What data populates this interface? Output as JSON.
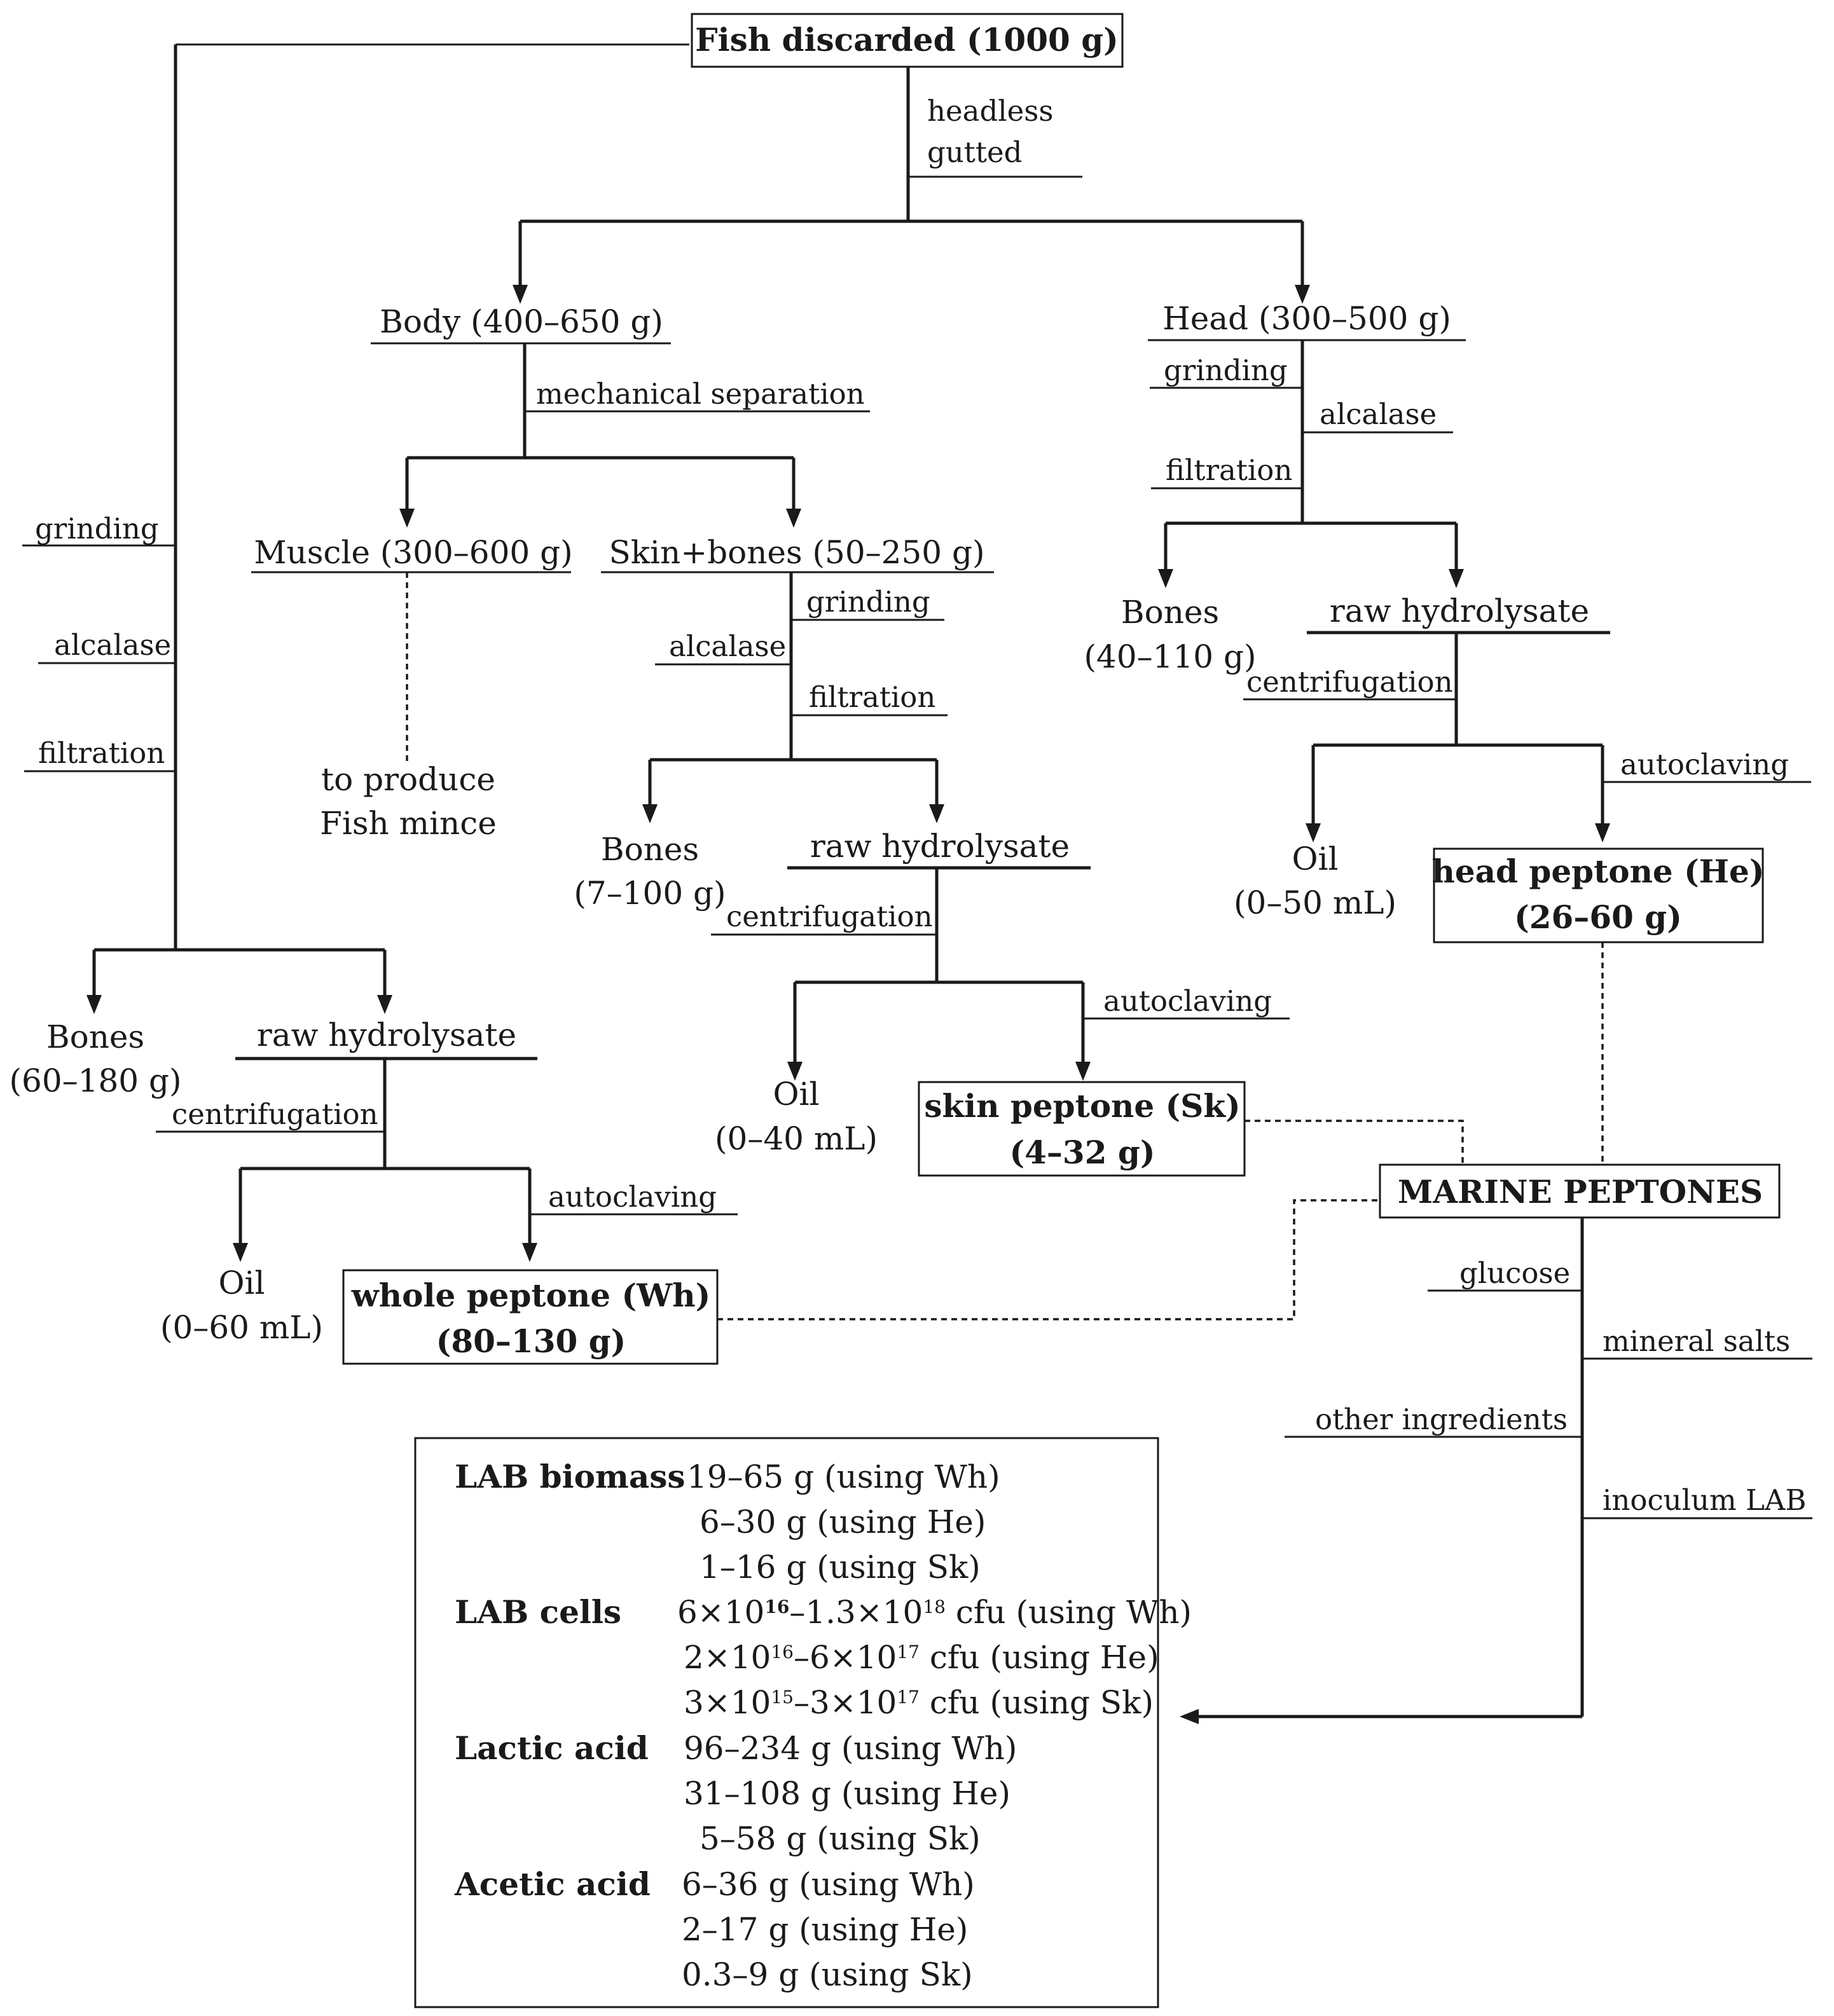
{
  "nodes": {
    "fish_discarded": "Fish discarded (1000 g)",
    "body": "Body (400–650 g)",
    "head": "Head (300–500 g)",
    "muscle": "Muscle (300–600 g)",
    "skin_bones": "Skin+bones (50–250 g)",
    "to_produce_1": "to produce",
    "to_produce_2": "Fish mince",
    "bones_head_1": "Bones",
    "bones_head_2": "(40–110 g)",
    "bones_skin_1": "Bones",
    "bones_skin_2": "(7–100 g)",
    "bones_whole_1": "Bones",
    "bones_whole_2": "(60–180 g)",
    "raw_hydrolysate": "raw hydrolysate",
    "oil_head_1": "Oil",
    "oil_head_2": "(0–50 mL)",
    "oil_skin_1": "Oil",
    "oil_skin_2": "(0–40 mL)",
    "oil_whole_1": "Oil",
    "oil_whole_2": "(0–60 mL)",
    "head_peptone_1": "head peptone (He)",
    "head_peptone_2": "(26–60 g)",
    "skin_peptone_1": "skin peptone (Sk)",
    "skin_peptone_2": "(4–32 g)",
    "whole_peptone_1": "whole peptone (Wh)",
    "whole_peptone_2": "(80–130 g)",
    "marine_peptones": "MARINE PEPTONES"
  },
  "steps": {
    "headless": "headless",
    "gutted": "gutted",
    "mechanical_separation": "mechanical separation",
    "grinding": "grinding",
    "alcalase": "alcalase",
    "filtration": "filtration",
    "centrifugation": "centrifugation",
    "autoclaving": "autoclaving",
    "glucose": "glucose",
    "mineral_salts": "mineral salts",
    "other_ingredients": "other ingredients",
    "inoculum_lab": "inoculum LAB"
  },
  "results": {
    "lab_biomass": {
      "label": "LAB biomass",
      "lines": [
        "19–65 g (using Wh)",
        "6–30 g (using He)",
        "1–16 g (using Sk)"
      ]
    },
    "lab_cells": {
      "label": "LAB cells",
      "lines": [
        {
          "a": "6×10",
          "ae": "16",
          "b": "–1.3×10",
          "be": "18",
          "c": " cfu (using Wh)"
        },
        {
          "a": "2×10",
          "ae": "16",
          "b": "–6×10",
          "be": "17",
          "c": " cfu (using He)"
        },
        {
          "a": "3×10",
          "ae": "15",
          "b": "–3×10",
          "be": "17",
          "c": " cfu (using Sk)"
        }
      ]
    },
    "lactic_acid": {
      "label": "Lactic acid",
      "lines": [
        "96–234 g (using Wh)",
        "31–108 g (using He)",
        "5–58 g (using Sk)"
      ]
    },
    "acetic_acid": {
      "label": "Acetic acid",
      "lines": [
        "6–36 g (using Wh)",
        "2–17 g (using He)",
        "0.3–9 g (using Sk)"
      ]
    }
  }
}
